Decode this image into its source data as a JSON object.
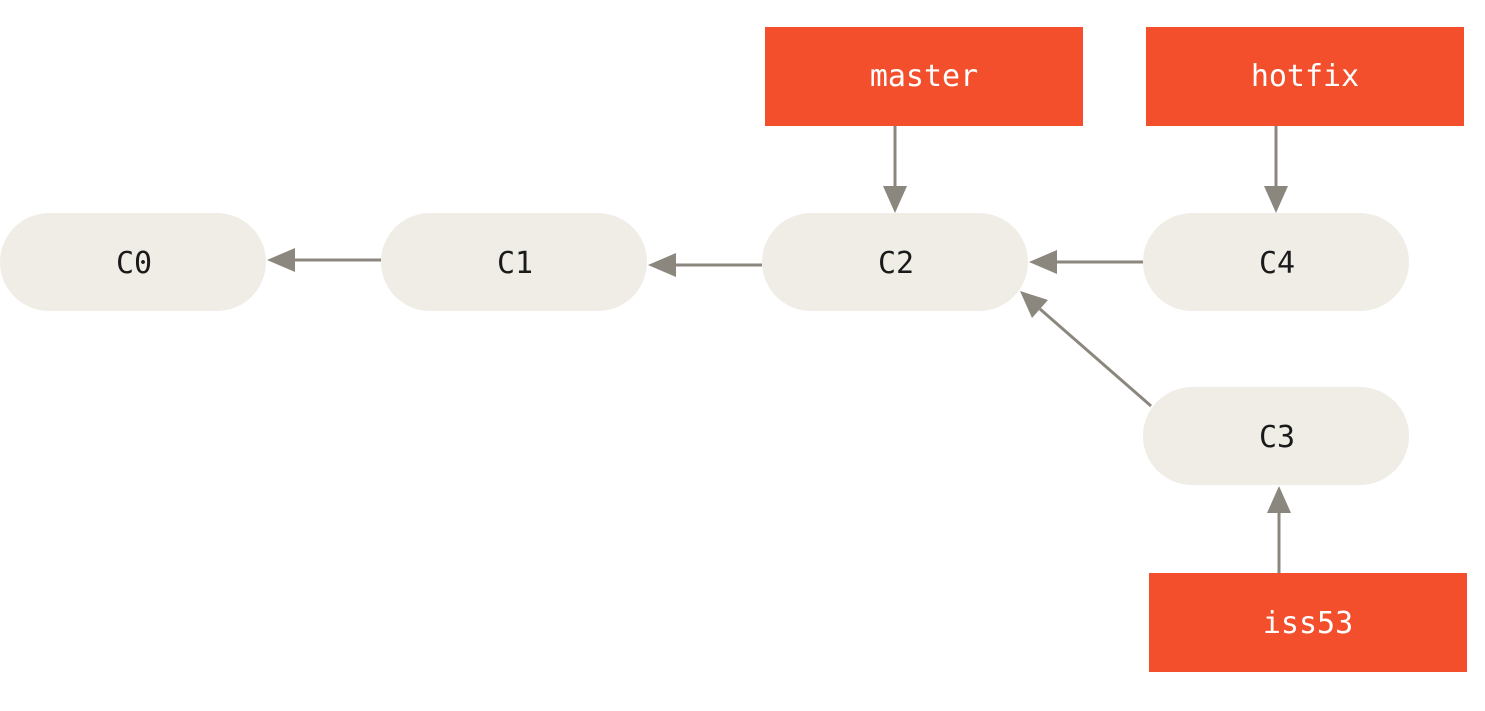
{
  "colors": {
    "commit_fill": "#efede6",
    "branch_fill": "#f34f2c",
    "arrow": "#8c877e",
    "background": "#ffffff"
  },
  "commits": [
    {
      "id": "c0",
      "label": "C0"
    },
    {
      "id": "c1",
      "label": "C1"
    },
    {
      "id": "c2",
      "label": "C2"
    },
    {
      "id": "c4",
      "label": "C4"
    },
    {
      "id": "c3",
      "label": "C3"
    }
  ],
  "branches": [
    {
      "id": "master",
      "label": "master",
      "points_to": "C2"
    },
    {
      "id": "hotfix",
      "label": "hotfix",
      "points_to": "C4"
    },
    {
      "id": "iss53",
      "label": "iss53",
      "points_to": "C3"
    }
  ],
  "parent_links": [
    {
      "from": "C1",
      "to": "C0"
    },
    {
      "from": "C2",
      "to": "C1"
    },
    {
      "from": "C4",
      "to": "C2"
    },
    {
      "from": "C3",
      "to": "C2"
    }
  ]
}
